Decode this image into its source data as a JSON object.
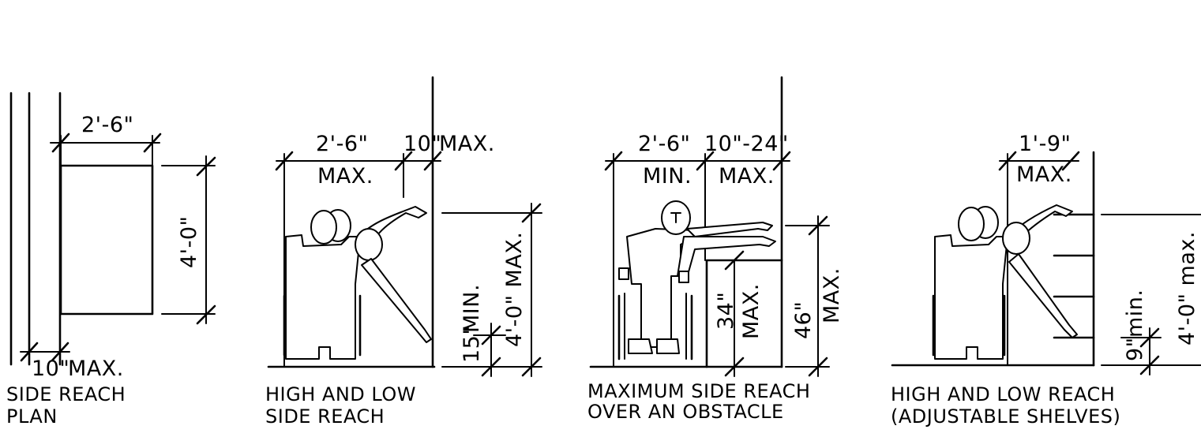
{
  "panels": [
    {
      "caption": [
        "SIDE REACH",
        "PLAN"
      ],
      "dims": {
        "width": "2'-6\"",
        "depth": "4'-0\"",
        "offset": "10\"",
        "offset_max": "MAX."
      }
    },
    {
      "caption": [
        "HIGH AND LOW",
        "SIDE REACH"
      ],
      "dims": {
        "width": "2'-6\"",
        "width_note": "MAX.",
        "reach": "10\"",
        "reach_note": "MAX.",
        "high": "4'-0\" MAX.",
        "low": "15\"",
        "low_note": "MIN."
      }
    },
    {
      "caption": [
        "MAXIMUM SIDE REACH",
        "OVER AN OBSTACLE"
      ],
      "dims": {
        "width": "2'-6\"",
        "width_note": "MIN.",
        "depth": "10\"-24\"",
        "depth_note": "MAX.",
        "obstacle": "34\"",
        "obstacle_note": "MAX.",
        "reach": "46\"",
        "reach_note": "MAX."
      }
    },
    {
      "caption": [
        "HIGH AND LOW REACH",
        "(ADJUSTABLE SHELVES)"
      ],
      "dims": {
        "width": "1'-9\"",
        "width_note": "MAX.",
        "low": "9\"",
        "low_note": "min.",
        "high": "4'-0\" max."
      }
    }
  ]
}
